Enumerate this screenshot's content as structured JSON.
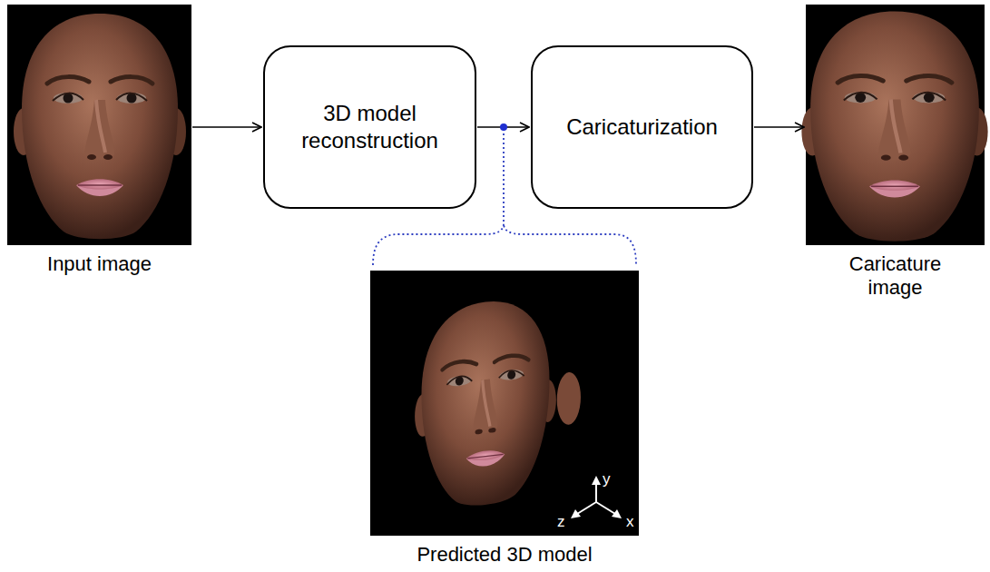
{
  "diagram": {
    "nodes": [
      {
        "text": [
          "Input image"
        ]
      },
      {
        "text": [
          "3D model reconstruction"
        ]
      },
      {
        "text": [
          "Caricaturization"
        ]
      },
      {
        "text": [
          "Caricature image"
        ]
      },
      {
        "text": [
          "Predicted 3D model"
        ]
      }
    ],
    "edges": [
      {
        "from": 0,
        "to": 1,
        "arrow": "to"
      },
      {
        "from": 1,
        "to": 2,
        "arrow": "to"
      },
      {
        "from": 2,
        "to": 3,
        "arrow": "to"
      }
    ],
    "labels": [
      "y",
      "z",
      "x"
    ]
  }
}
